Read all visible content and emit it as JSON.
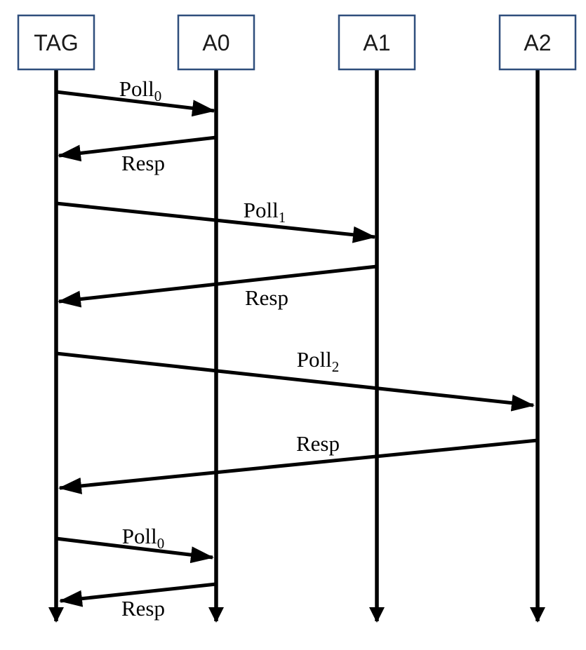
{
  "diagram": {
    "type": "sequence-diagram",
    "actors": [
      {
        "id": "TAG",
        "label": "TAG"
      },
      {
        "id": "A0",
        "label": "A0"
      },
      {
        "id": "A1",
        "label": "A1"
      },
      {
        "id": "A2",
        "label": "A2"
      }
    ],
    "messages": [
      {
        "from": "TAG",
        "to": "A0",
        "label": "Poll",
        "subscript": "0"
      },
      {
        "from": "A0",
        "to": "TAG",
        "label": "Resp",
        "subscript": ""
      },
      {
        "from": "TAG",
        "to": "A1",
        "label": "Poll",
        "subscript": "1"
      },
      {
        "from": "A1",
        "to": "TAG",
        "label": "Resp",
        "subscript": ""
      },
      {
        "from": "TAG",
        "to": "A2",
        "label": "Poll",
        "subscript": "2"
      },
      {
        "from": "A2",
        "to": "TAG",
        "label": "Resp",
        "subscript": ""
      },
      {
        "from": "TAG",
        "to": "A0",
        "label": "Poll",
        "subscript": "0"
      },
      {
        "from": "A0",
        "to": "TAG",
        "label": "Resp",
        "subscript": ""
      }
    ],
    "colors": {
      "line": "#000000",
      "box_border": "#2F4E7C",
      "box_fill": "#FFFFFF",
      "background": "#FFFFFF",
      "text": "#1A1A1A"
    }
  }
}
